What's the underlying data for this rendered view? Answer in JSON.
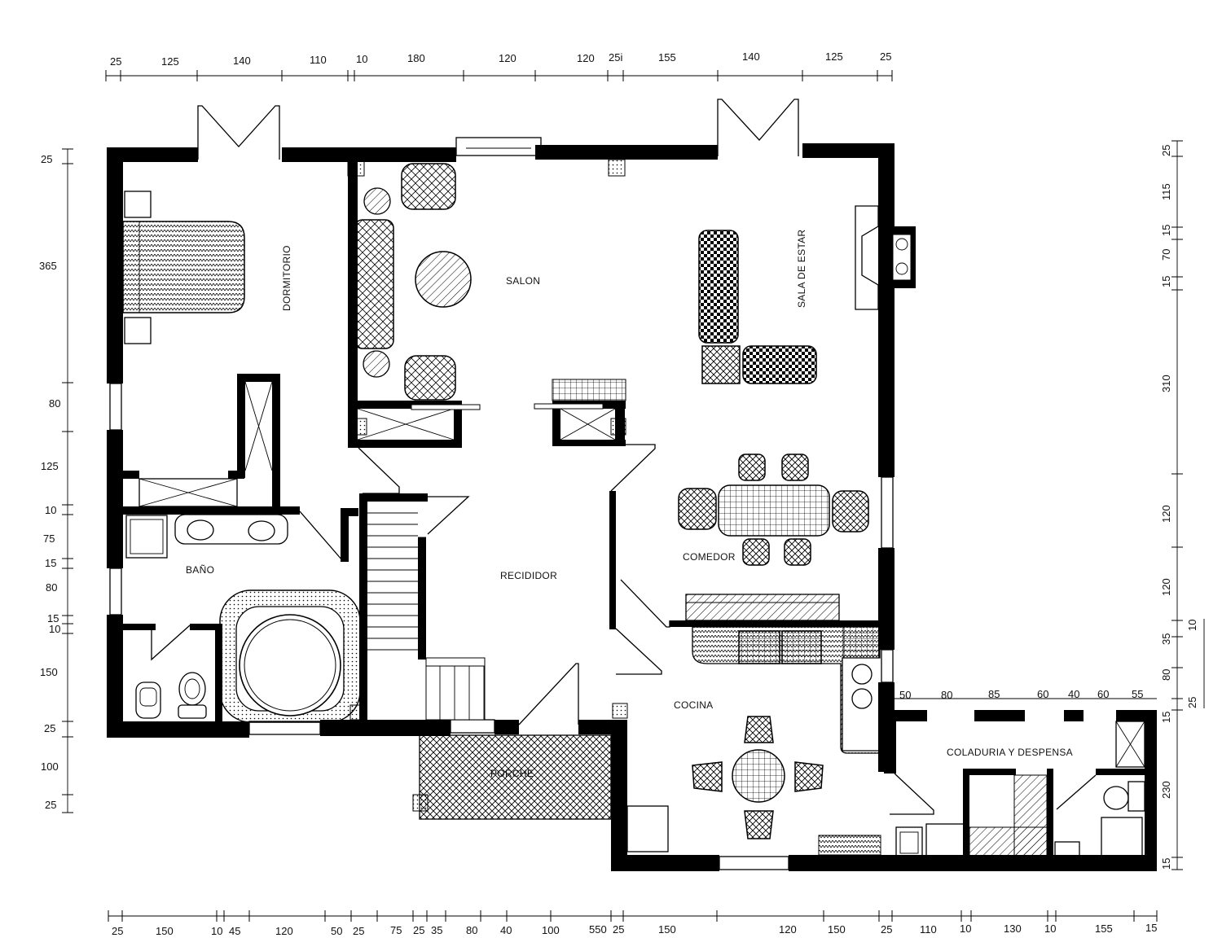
{
  "rooms": {
    "dormitorio": "DORMITORIO",
    "salon": "SALON",
    "sala_estar": "SALA DE ESTAR",
    "bano": "BAÑO",
    "recibidor": "RECIDIDOR",
    "comedor": "COMEDOR",
    "cocina": "COCINA",
    "porche": "PORCHE",
    "coladuria": "COLADURIA Y DESPENSA"
  },
  "dimensions": {
    "top": [
      "25",
      "125",
      "140",
      "110",
      "10",
      "180",
      "120",
      "120",
      "25i",
      "155",
      "140",
      "125",
      "25"
    ],
    "bottom": [
      "25",
      "150",
      "10",
      "45",
      "120",
      "50",
      "25",
      "75",
      "25",
      "35",
      "80",
      "40",
      "100",
      "550",
      "25",
      "150",
      "120",
      "150",
      "25",
      "110",
      "10",
      "130",
      "10",
      "155",
      "15"
    ],
    "left": [
      "25",
      "365",
      "80",
      "125",
      "10",
      "75",
      "15",
      "80",
      "15",
      "10",
      "150",
      "25",
      "100",
      "25"
    ],
    "right": [
      "25",
      "115",
      "15",
      "70",
      "15",
      "310",
      "120",
      "120",
      "35",
      "80",
      "15",
      "230",
      "15"
    ],
    "right_outer": [
      "10",
      "25"
    ],
    "annex_top": [
      "50",
      "80",
      "85",
      "60",
      "40",
      "60",
      "55"
    ]
  }
}
